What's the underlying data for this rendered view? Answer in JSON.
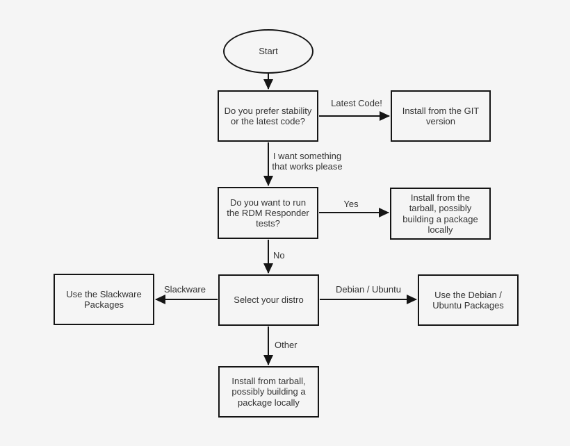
{
  "flowchart": {
    "nodes": {
      "start": "Start",
      "stability_question": "Do you prefer stability or the latest code?",
      "git": "Install from the GIT version",
      "rdm_question": "Do you want to run the RDM Responder tests?",
      "tarball_yes": "Install from the tarball, possibly building a package locally",
      "distro": "Select your distro",
      "slackware": "Use the Slackware Packages",
      "debian": "Use the Debian / Ubuntu Packages",
      "tarball_other": "Install from tarball, possibly building a package locally"
    },
    "edge_labels": {
      "latest_code": "Latest Code!",
      "works": "I want something that works please",
      "yes": "Yes",
      "no": "No",
      "slackware": "Slackware",
      "debian_ubuntu": "Debian / Ubuntu",
      "other": "Other"
    },
    "colors": {
      "background": "#f5f5f5",
      "line": "#151515",
      "text": "#333333"
    }
  }
}
